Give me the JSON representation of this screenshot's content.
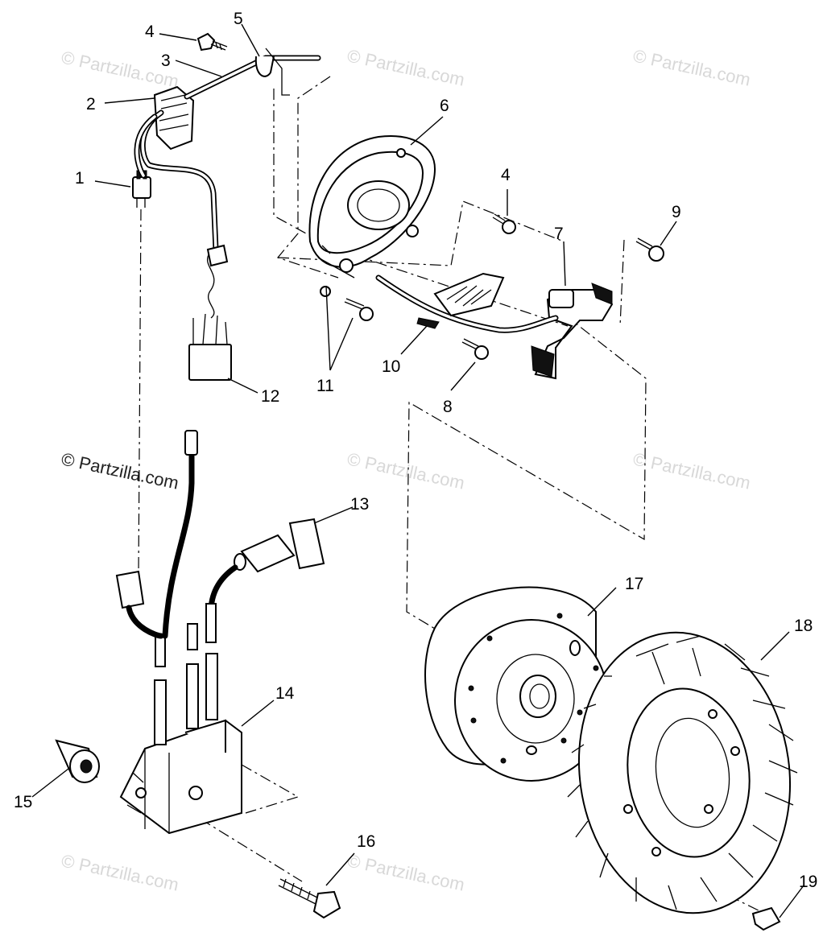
{
  "watermark": {
    "text": "© Partzilla.com"
  },
  "callouts": [
    {
      "id": "c1",
      "label": "1"
    },
    {
      "id": "c2",
      "label": "2"
    },
    {
      "id": "c3",
      "label": "3"
    },
    {
      "id": "c4a",
      "label": "4"
    },
    {
      "id": "c5",
      "label": "5"
    },
    {
      "id": "c6",
      "label": "6"
    },
    {
      "id": "c4b",
      "label": "4"
    },
    {
      "id": "c7",
      "label": "7"
    },
    {
      "id": "c9",
      "label": "9"
    },
    {
      "id": "c11",
      "label": "11"
    },
    {
      "id": "c10",
      "label": "10"
    },
    {
      "id": "c8",
      "label": "8"
    },
    {
      "id": "c12",
      "label": "12"
    },
    {
      "id": "c13",
      "label": "13"
    },
    {
      "id": "c17",
      "label": "17"
    },
    {
      "id": "c18",
      "label": "18"
    },
    {
      "id": "c14",
      "label": "14"
    },
    {
      "id": "c15",
      "label": "15"
    },
    {
      "id": "c16",
      "label": "16"
    },
    {
      "id": "c19",
      "label": "19"
    }
  ]
}
